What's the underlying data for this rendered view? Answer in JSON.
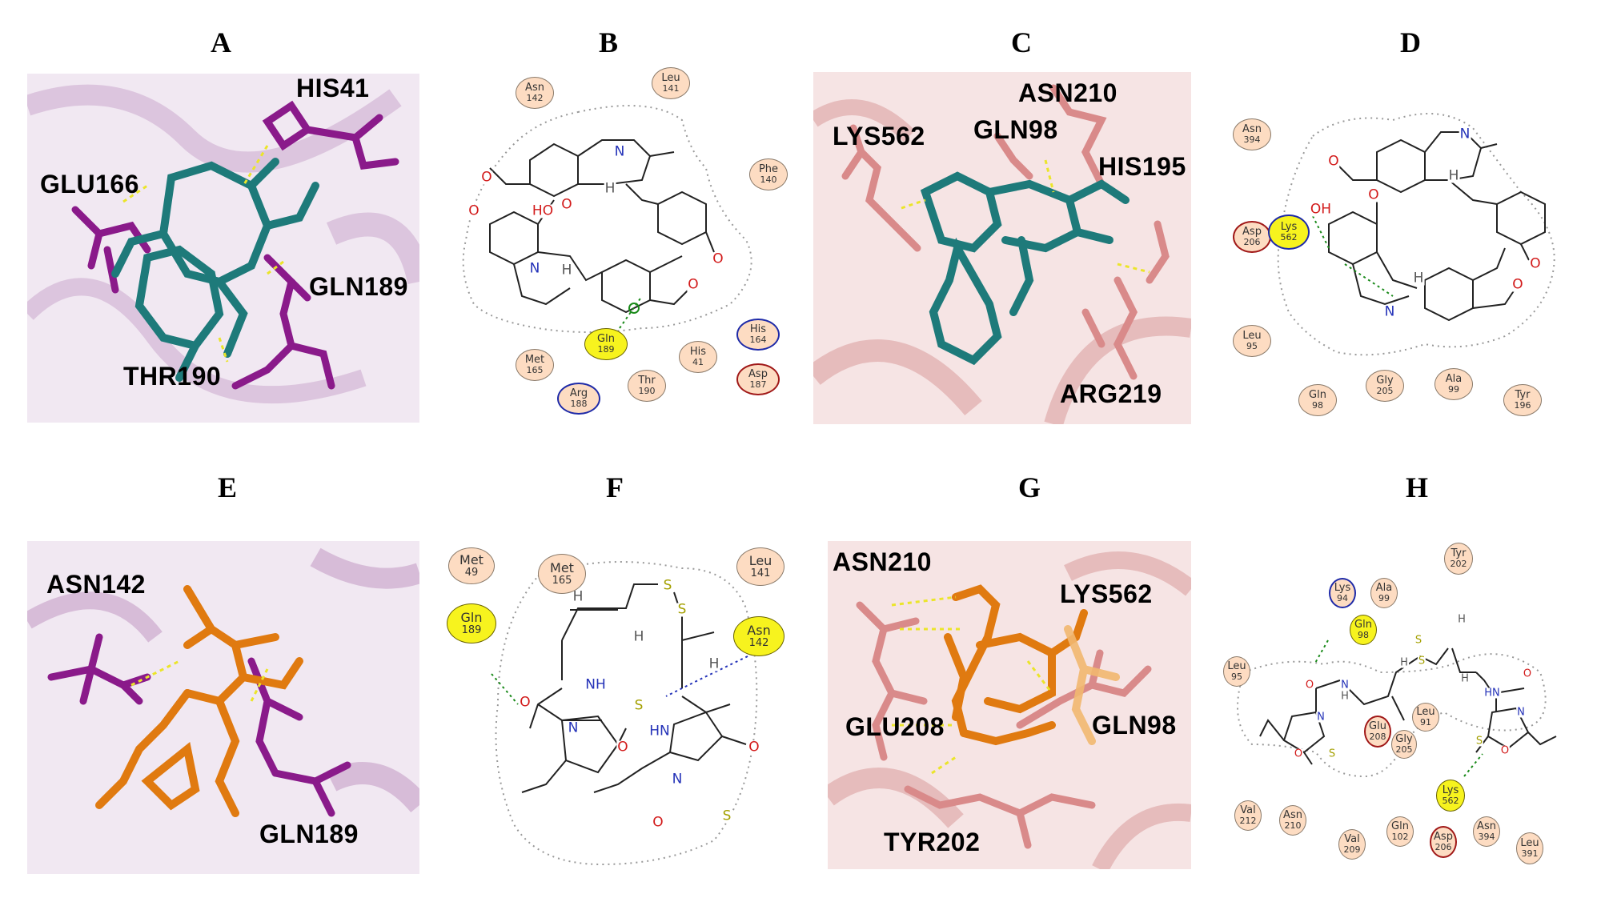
{
  "panels": {
    "A": {
      "label": "A",
      "residues": [
        "HIS41",
        "GLU166",
        "GLN189",
        "THR190"
      ]
    },
    "B": {
      "label": "B",
      "residues": [
        {
          "name": "Asn",
          "num": "142"
        },
        {
          "name": "Leu",
          "num": "141"
        },
        {
          "name": "Phe",
          "num": "140"
        },
        {
          "name": "Gln",
          "num": "189"
        },
        {
          "name": "His",
          "num": "164"
        },
        {
          "name": "Met",
          "num": "165"
        },
        {
          "name": "His",
          "num": "41"
        },
        {
          "name": "Thr",
          "num": "190"
        },
        {
          "name": "Asp",
          "num": "187"
        },
        {
          "name": "Arg",
          "num": "188"
        }
      ],
      "atoms": {
        "n": "N",
        "h": "H",
        "o": "O",
        "ho": "HO"
      }
    },
    "C": {
      "label": "C",
      "residues": [
        "ASN210",
        "LYS562",
        "GLN98",
        "HIS195",
        "ARG219"
      ]
    },
    "D": {
      "label": "D",
      "residues": [
        {
          "name": "Asn",
          "num": "394"
        },
        {
          "name": "Asp",
          "num": "206"
        },
        {
          "name": "Lys",
          "num": "562"
        },
        {
          "name": "Leu",
          "num": "95"
        },
        {
          "name": "Gly",
          "num": "205"
        },
        {
          "name": "Ala",
          "num": "99"
        },
        {
          "name": "Gln",
          "num": "98"
        },
        {
          "name": "Tyr",
          "num": "196"
        }
      ],
      "atoms": {
        "n": "N",
        "h": "H",
        "o": "O",
        "oh": "OH"
      }
    },
    "E": {
      "label": "E",
      "residues": [
        "ASN142",
        "GLN189"
      ]
    },
    "F": {
      "label": "F",
      "residues": [
        {
          "name": "Met",
          "num": "49"
        },
        {
          "name": "Met",
          "num": "165"
        },
        {
          "name": "Leu",
          "num": "141"
        },
        {
          "name": "Gln",
          "num": "189"
        },
        {
          "name": "Asn",
          "num": "142"
        }
      ],
      "atoms": {
        "s": "S",
        "n": "N",
        "h": "H",
        "o": "O",
        "nh": "NH",
        "hn": "HN"
      }
    },
    "G": {
      "label": "G",
      "residues": [
        "ASN210",
        "LYS562",
        "GLU208",
        "GLN98",
        "TYR202"
      ]
    },
    "H": {
      "label": "H",
      "residues": [
        {
          "name": "Tyr",
          "num": "202"
        },
        {
          "name": "Lys",
          "num": "94"
        },
        {
          "name": "Ala",
          "num": "99"
        },
        {
          "name": "Gln",
          "num": "98"
        },
        {
          "name": "Leu",
          "num": "95"
        },
        {
          "name": "Leu",
          "num": "91"
        },
        {
          "name": "Glu",
          "num": "208"
        },
        {
          "name": "Gly",
          "num": "205"
        },
        {
          "name": "Lys",
          "num": "562"
        },
        {
          "name": "Val",
          "num": "212"
        },
        {
          "name": "Asn",
          "num": "210"
        },
        {
          "name": "Val",
          "num": "209"
        },
        {
          "name": "Gln",
          "num": "102"
        },
        {
          "name": "Asp",
          "num": "206"
        },
        {
          "name": "Asn",
          "num": "394"
        },
        {
          "name": "Leu",
          "num": "391"
        }
      ],
      "atoms": {
        "s": "S",
        "n": "N",
        "h": "H",
        "o": "O",
        "hn": "HN"
      }
    }
  },
  "colors": {
    "ligand_teal": "#1e7a7a",
    "ligand_orange": "#e07a10",
    "residue_purple": "#8a1a8a",
    "residue_pink": "#d98a8a",
    "residue_fill": "#fddcc2",
    "highlight_yellow": "#f7f31e"
  }
}
